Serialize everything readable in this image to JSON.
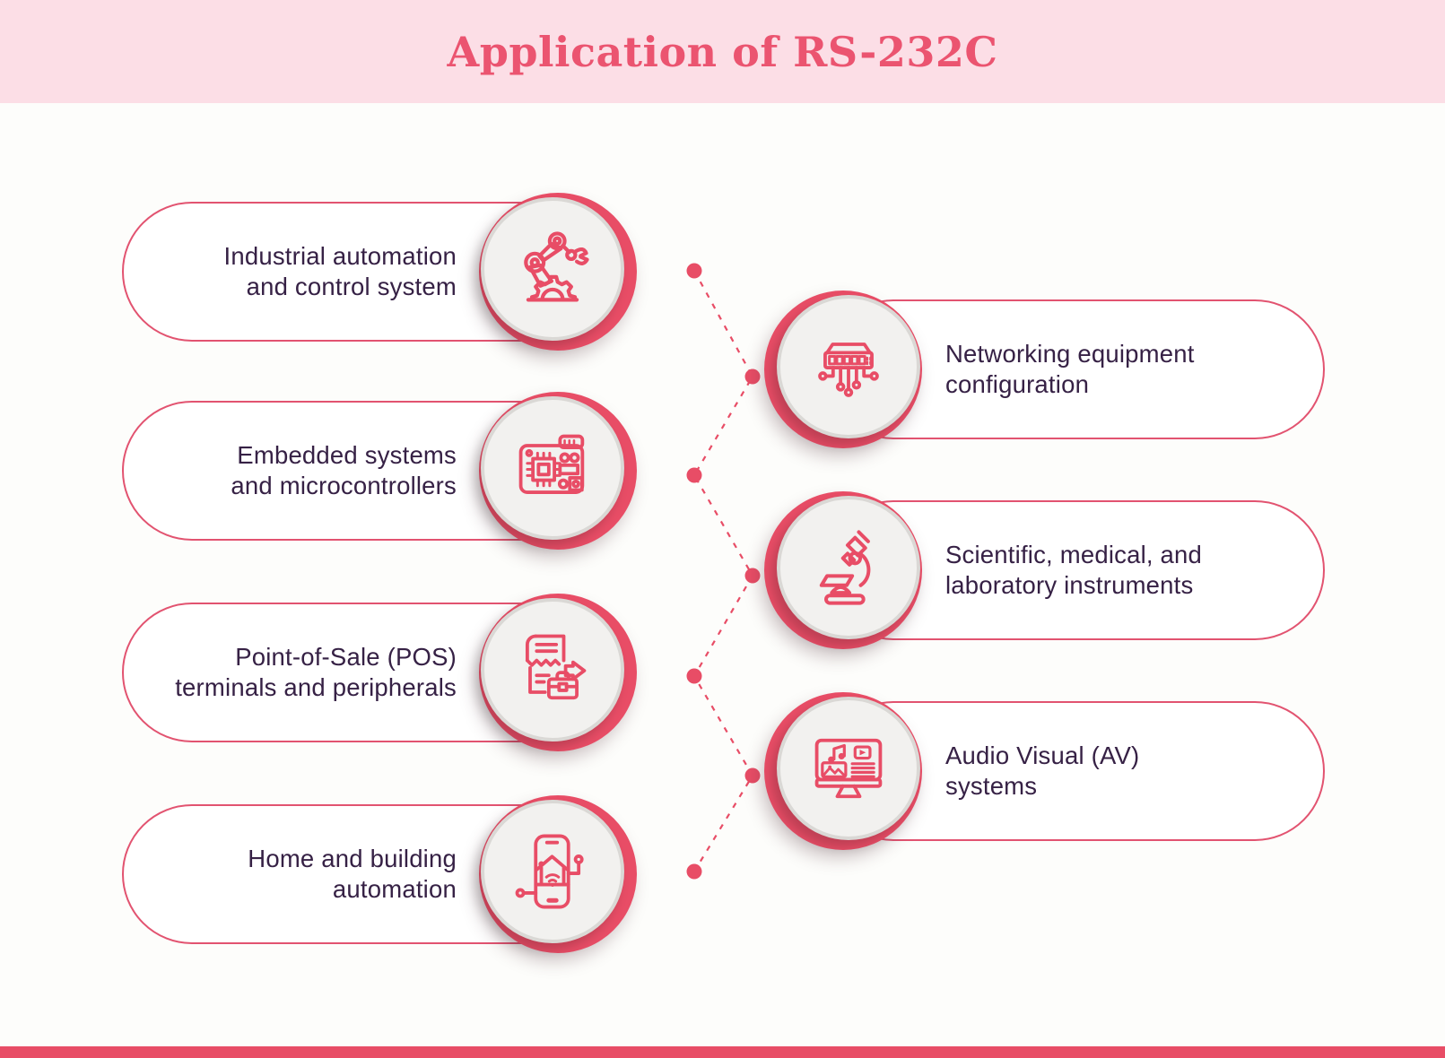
{
  "title": "Application of RS-232C",
  "colors": {
    "accent": "#e84d66",
    "header_background": "#fcdee6",
    "title_text": "#eb5470",
    "label_text": "#362145",
    "badge_face": "#f2f1ef",
    "footer_bar": "#e84d66"
  },
  "items": [
    {
      "label": "Industrial automation\nand control system",
      "side": "left",
      "icon": "robot-arm-icon"
    },
    {
      "label": "Networking equipment\nconfiguration",
      "side": "right",
      "icon": "network-switch-icon"
    },
    {
      "label": "Embedded systems\nand microcontrollers",
      "side": "left",
      "icon": "circuit-board-icon"
    },
    {
      "label": "Scientific, medical, and\nlaboratory instruments",
      "side": "right",
      "icon": "microscope-icon"
    },
    {
      "label": "Point-of-Sale (POS)\nterminals and peripherals",
      "side": "left",
      "icon": "pos-receipt-icon"
    },
    {
      "label": "Audio Visual (AV)\nsystems",
      "side": "right",
      "icon": "av-monitor-icon"
    },
    {
      "label": "Home and building\nautomation",
      "side": "left",
      "icon": "smart-home-phone-icon"
    }
  ]
}
